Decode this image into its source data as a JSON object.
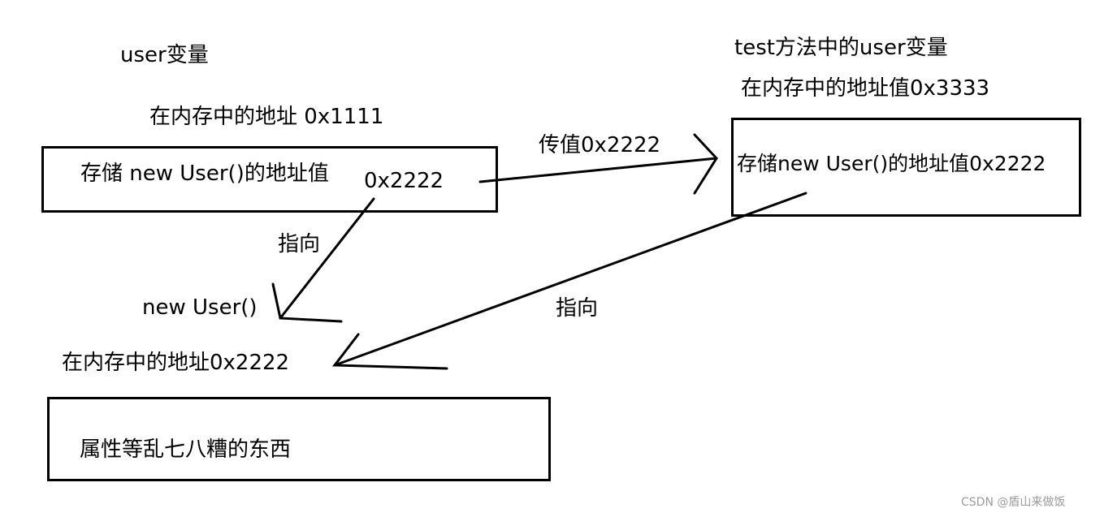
{
  "labels": {
    "user_var": "user变量",
    "user_addr": "在内存中的地址 0x1111",
    "user_box_text": "存储 new User()的地址值",
    "user_box_value": "0x2222",
    "pass_value": "传值0x2222",
    "test_var": "test方法中的user变量",
    "test_addr": "在内存中的地址值0x3333",
    "test_box_text": "存储new User()的地址值0x2222",
    "point_left": "指向",
    "point_right": "指向",
    "obj_name": "new User()",
    "obj_addr": "在内存中的地址0x2222",
    "obj_box_text": "属性等乱七八糟的东西"
  },
  "watermark": "CSDN @盾山来做饭"
}
